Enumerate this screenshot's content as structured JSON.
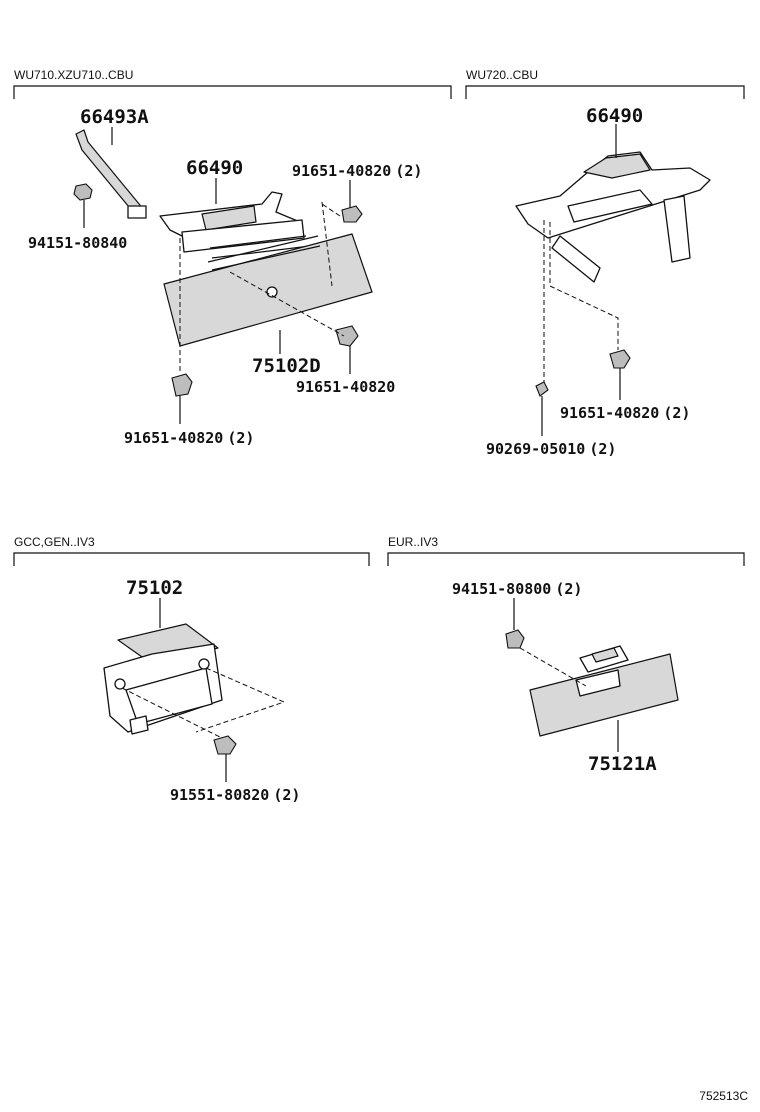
{
  "sections": [
    {
      "header": "WU710.XZU710..CBU",
      "parts": [
        {
          "part_no": "66493A",
          "qty": ""
        },
        {
          "part_no": "94151-80840",
          "qty": ""
        },
        {
          "part_no": "66490",
          "qty": ""
        },
        {
          "part_no": "91651-40820",
          "qty": "(2)"
        },
        {
          "part_no": "75102D",
          "qty": ""
        },
        {
          "part_no": "91651-40820",
          "qty": ""
        },
        {
          "part_no": "91651-40820",
          "qty": "(2)"
        }
      ]
    },
    {
      "header": "WU720..CBU",
      "parts": [
        {
          "part_no": "66490",
          "qty": ""
        },
        {
          "part_no": "91651-40820",
          "qty": "(2)"
        },
        {
          "part_no": "90269-05010",
          "qty": "(2)"
        }
      ]
    },
    {
      "header": "GCC,GEN..IV3",
      "parts": [
        {
          "part_no": "75102",
          "qty": ""
        },
        {
          "part_no": "91551-80820",
          "qty": "(2)"
        }
      ]
    },
    {
      "header": "EUR..IV3",
      "parts": [
        {
          "part_no": "94151-80800",
          "qty": "(2)"
        },
        {
          "part_no": "75121A",
          "qty": ""
        }
      ]
    }
  ],
  "diagram_code": "752513C"
}
